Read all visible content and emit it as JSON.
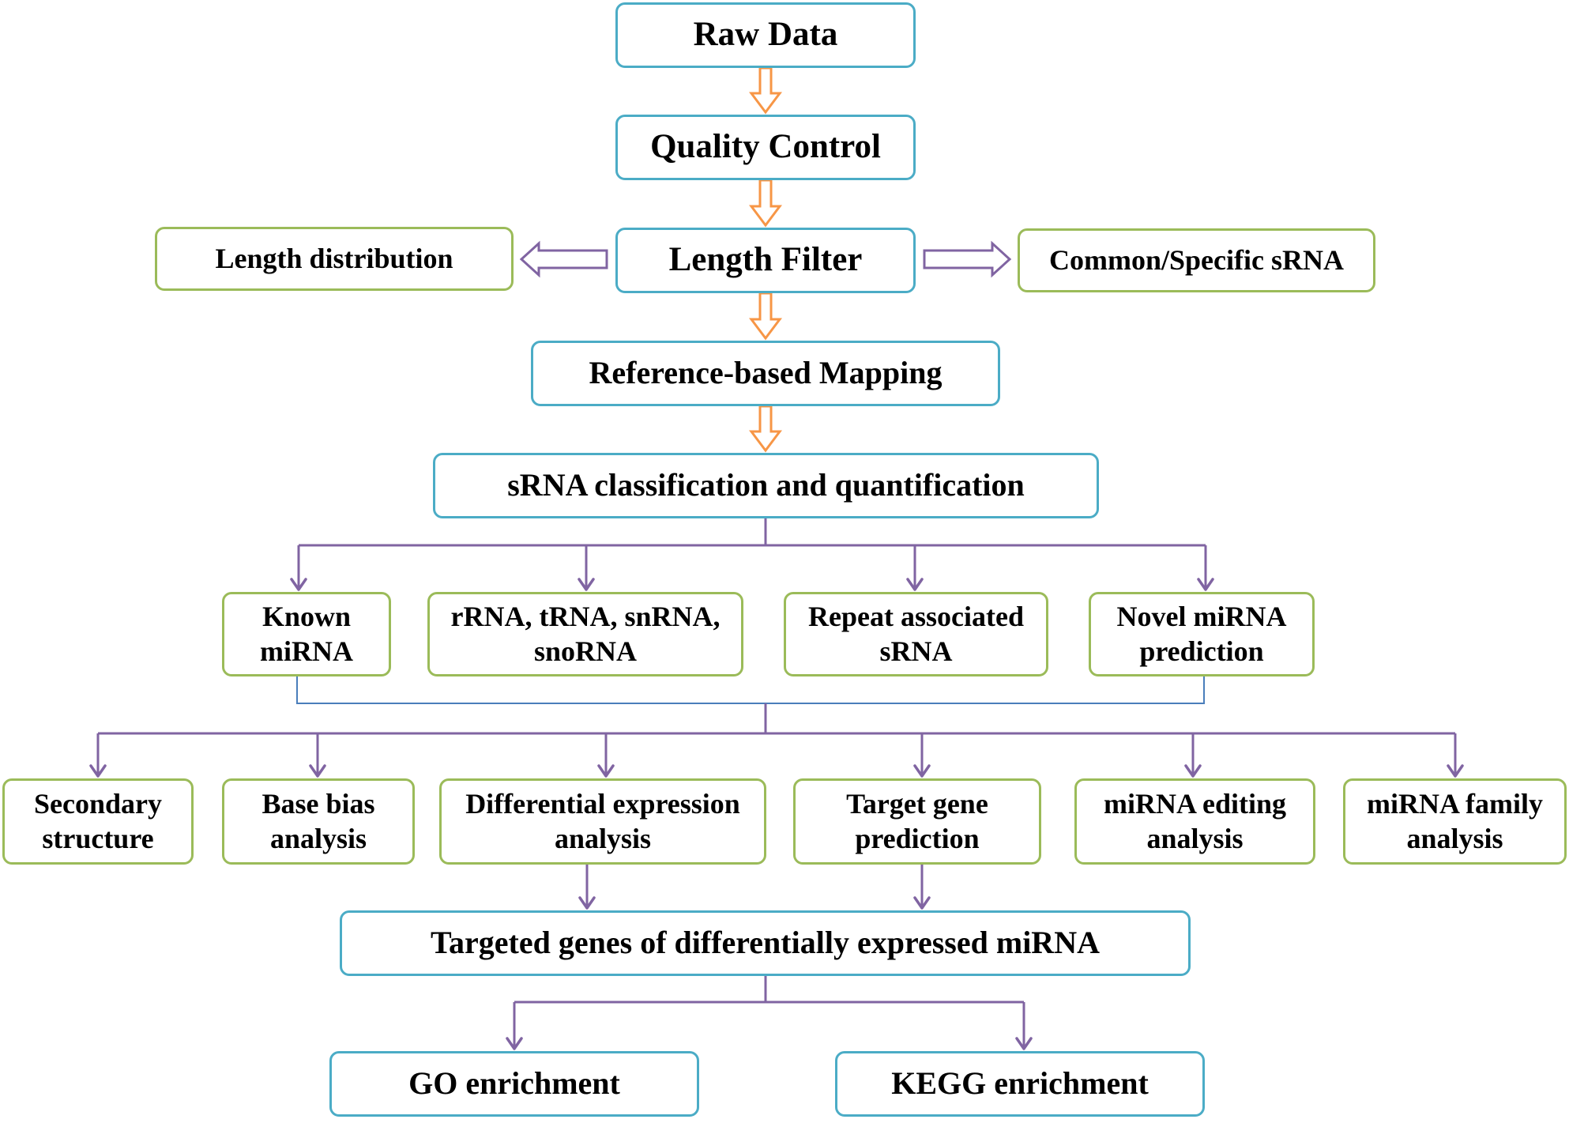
{
  "colors": {
    "main_border": "#4bacc6",
    "analysis_border": "#9bbb59",
    "pipeline_arrow": "#f79646",
    "branch_arrow": "#8064a2",
    "join_line": "#4a7ebb"
  },
  "pipeline": {
    "raw_data": "Raw Data",
    "quality_control": "Quality Control",
    "length_filter": "Length Filter",
    "reference_mapping": "Reference-based Mapping",
    "classification": "sRNA classification and quantification"
  },
  "side_outputs": {
    "length_distribution": "Length distribution",
    "common_specific": "Common/Specific sRNA"
  },
  "categories": {
    "known_mirna": "Known\nmiRNA",
    "rrna_trna": "rRNA, tRNA, snRNA,\nsnoRNA",
    "repeat_srna": "Repeat associated\nsRNA",
    "novel_mirna": "Novel miRNA\nprediction"
  },
  "analyses": {
    "secondary_structure": "Secondary\nstructure",
    "base_bias": "Base bias\nanalysis",
    "differential_expression": "Differential expression\nanalysis",
    "target_gene": "Target gene\nprediction",
    "mirna_editing": "miRNA editing\nanalysis",
    "mirna_family": "miRNA family\nanalysis"
  },
  "targeted_genes": "Targeted genes of differentially expressed miRNA",
  "enrichment": {
    "go": "GO enrichment",
    "kegg": "KEGG enrichment"
  }
}
